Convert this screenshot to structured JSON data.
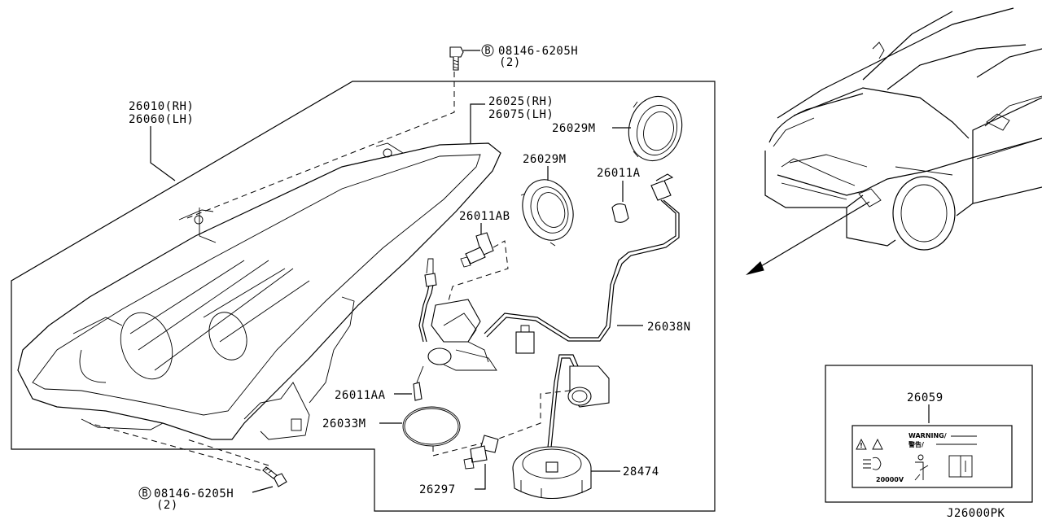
{
  "labels": {
    "bolt_top": "08146-6205H",
    "bolt_top_qty": "(2)",
    "bolt_bottom": "08146-6205H",
    "bolt_bottom_qty": "(2)",
    "bolt_marker": "B",
    "headlamp_rh": "26010(RH)",
    "headlamp_lh": "26060(LH)",
    "trim_rh": "26025(RH)",
    "trim_lh": "26075(LH)",
    "cap_upper": "26029M",
    "cap_mid": "26029M",
    "bulb_a": "26011A",
    "bulb_ab": "26011AB",
    "harness": "26038N",
    "bulb_aa": "26011AA",
    "seal": "26033M",
    "xenon_bulb": "26297",
    "ballast": "28474",
    "label_part": "26059",
    "diagram_code": "J26000PK"
  },
  "warning_label": {
    "warning_text": "WARNING/",
    "warning_jp": "警告/",
    "voltage": "20000V"
  }
}
